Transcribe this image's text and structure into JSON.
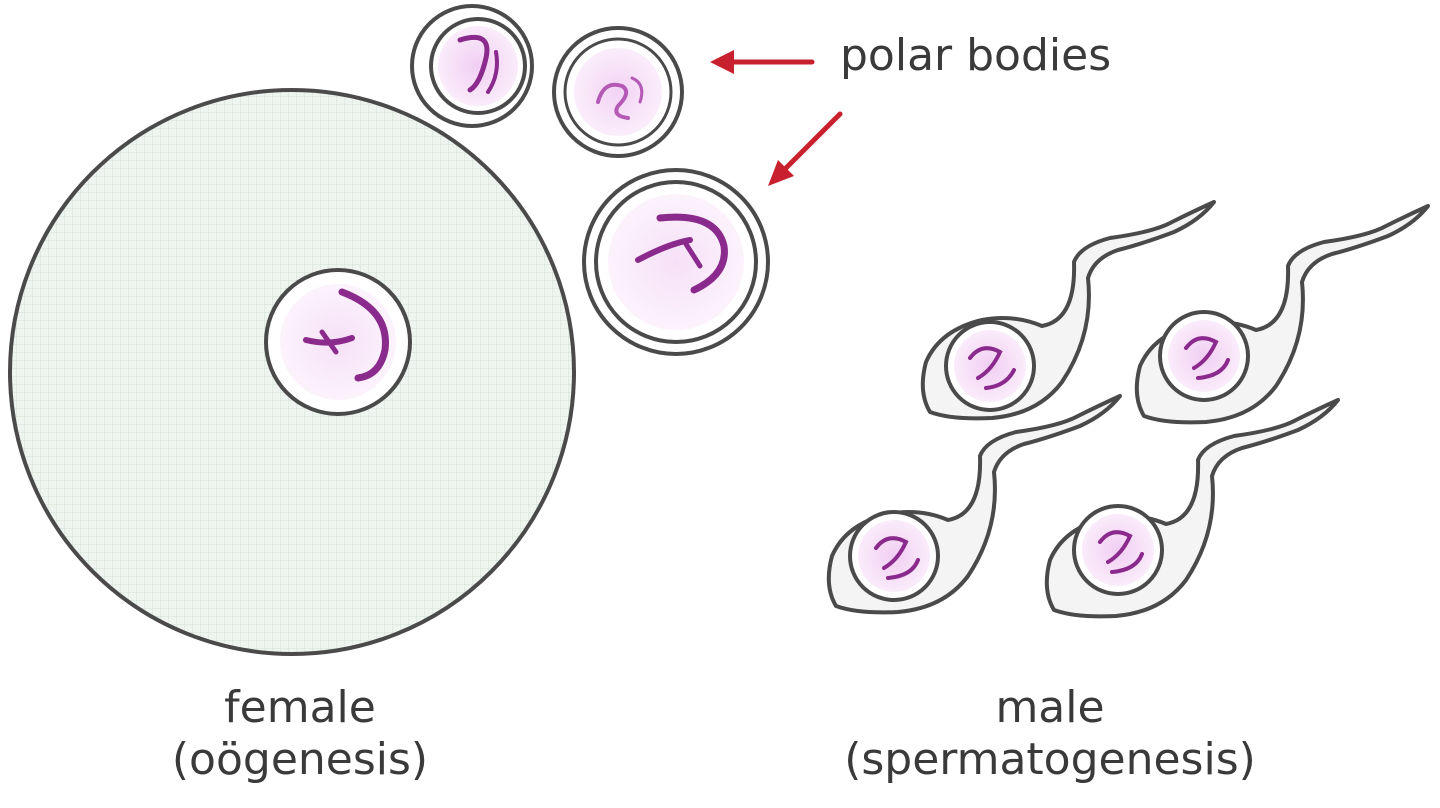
{
  "labels": {
    "polar_bodies": "polar bodies",
    "female_title": "female",
    "female_subtitle": "(oögenesis)",
    "male_title": "male",
    "male_subtitle": "(spermatogenesis)"
  },
  "colors": {
    "outline": "#4a4a4a",
    "egg_fill": "#eef4ef",
    "cell_fill": "#f4f4f4",
    "nucleus_fill": "#efc6f0",
    "chromosome": "#8a2a8c",
    "arrow": "#c8202e",
    "text": "#3a3a3a"
  },
  "counts": {
    "polar_bodies": 3,
    "sperm_cells": 4
  }
}
